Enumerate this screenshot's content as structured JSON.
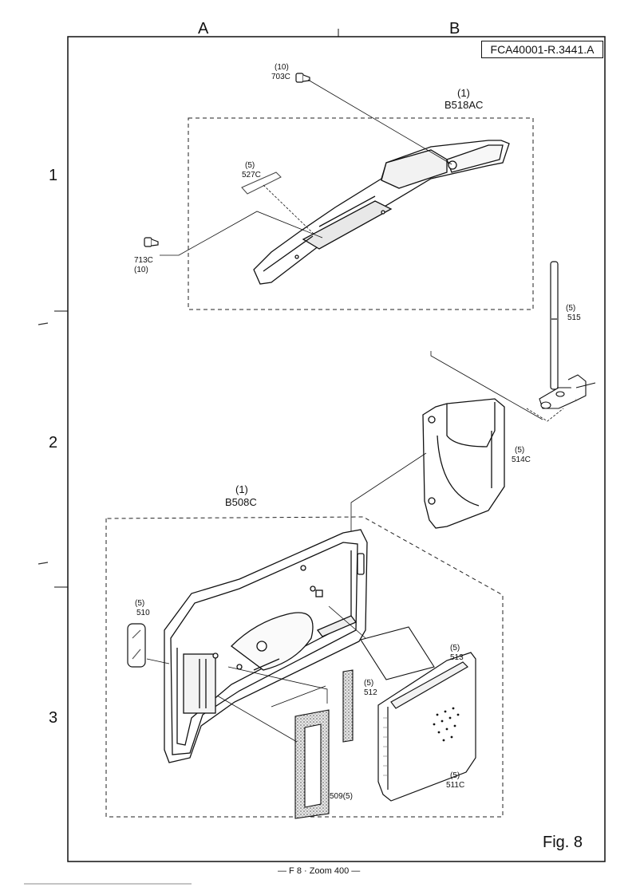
{
  "columns": [
    "A",
    "B"
  ],
  "rows": [
    "1",
    "2",
    "3"
  ],
  "doc_code": "FCA40001-R.3441.A",
  "figure": {
    "prefix": "Fig.",
    "number": "8"
  },
  "footer": "— F 8 · Zoom 400 —",
  "assemblies": [
    {
      "qty": "(1)",
      "code": "B518AC"
    },
    {
      "qty": "(1)",
      "code": "B508C"
    }
  ],
  "parts": {
    "p703c": {
      "qty": "(10)",
      "code": "703C"
    },
    "p713c": {
      "qty": "(10)",
      "code": "713C"
    },
    "p527c": {
      "qty": "(5)",
      "code": "527C"
    },
    "p515": {
      "qty": "(5)",
      "code": "515"
    },
    "p514c": {
      "qty": "(5)",
      "code": "514C"
    },
    "p510": {
      "qty": "(5)",
      "code": "510"
    },
    "p513": {
      "qty": "(5)",
      "code": "513"
    },
    "p512": {
      "qty": "(5)",
      "code": "512"
    },
    "p511c": {
      "qty": "(5)",
      "code": "511C"
    },
    "p509": {
      "label": "509(5)"
    }
  }
}
